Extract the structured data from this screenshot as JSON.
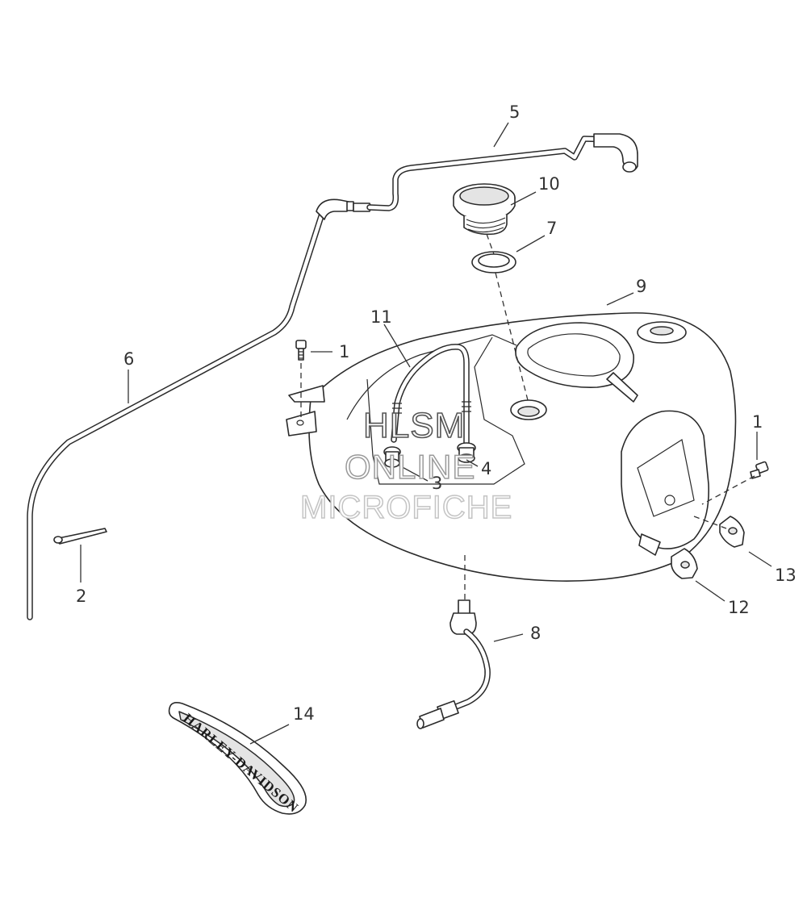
{
  "diagram": {
    "callouts": {
      "c1a": "1",
      "c1b": "1",
      "c2": "2",
      "c3": "3",
      "c4": "4",
      "c5": "5",
      "c6": "6",
      "c7": "7",
      "c8": "8",
      "c9": "9",
      "c10": "10",
      "c11": "11",
      "c12": "12",
      "c13": "13",
      "c14": "14"
    },
    "watermark": {
      "line1": "HLSM",
      "line2": "ONLINE",
      "line3": "MICROFICHE"
    },
    "emblem_text": "HARLEY-DAVIDSON"
  }
}
